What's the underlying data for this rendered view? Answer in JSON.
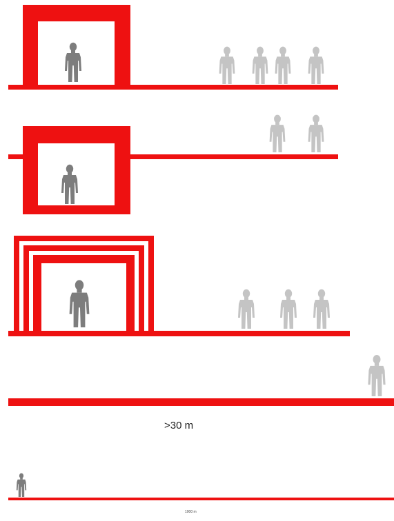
{
  "colors": {
    "structure": "#ee1111",
    "person_near": "#7d7d7d",
    "person_far": "#c4c4c4"
  },
  "icons": {
    "person": "standing-person-silhouette"
  },
  "labels": {
    "distance_30": ">30 m",
    "distance_1000": "1000 m"
  }
}
